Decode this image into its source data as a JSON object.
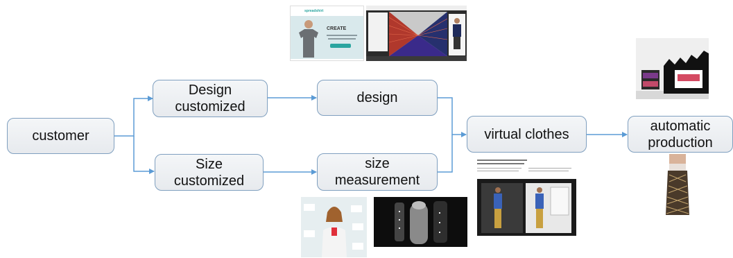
{
  "nodes": {
    "customer": "customer",
    "design_customized": "Design\ncustomized",
    "size_customized": "Size\ncustomized",
    "design": "design",
    "size_measurement": "size\nmeasurement",
    "virtual_clothes": "virtual clothes",
    "automatic_production": "automatic\nproduction"
  },
  "thumbnails": {
    "design_tool": {
      "logo": "spreadshirt",
      "heading": "CREATE"
    }
  },
  "colors": {
    "connector": "#5b9bd5",
    "node_border": "#7f9fbf"
  }
}
